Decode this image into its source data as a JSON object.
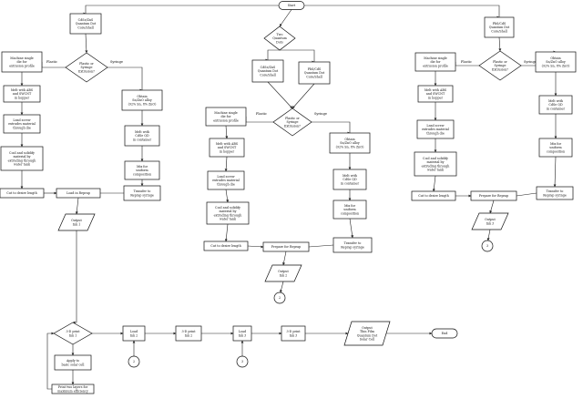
{
  "nodes": [
    {
      "id": "start",
      "shape": "terminal",
      "lines": [
        "Start"
      ]
    },
    {
      "id": "L_cds",
      "shape": "rect",
      "lines": [
        "CdSe/ZnS",
        "Quantum Dot",
        "Core/Shell"
      ]
    },
    {
      "id": "L_dec",
      "shape": "diamond",
      "lines": [
        "Plastic or",
        "Syringe",
        "Extrusion?"
      ]
    },
    {
      "id": "L_p1",
      "shape": "rect",
      "lines": [
        "Machine single",
        "die for",
        "extrusion profile"
      ]
    },
    {
      "id": "L_p2",
      "shape": "rect",
      "lines": [
        "Melt with ABS",
        "and SWCNT",
        "in hopper"
      ]
    },
    {
      "id": "L_p3",
      "shape": "rect",
      "lines": [
        "Lead screw",
        "extrudes material",
        "through die"
      ]
    },
    {
      "id": "L_p4",
      "shape": "rect",
      "lines": [
        "Cool and solidify",
        "material by",
        "extruding through",
        "water tank"
      ]
    },
    {
      "id": "L_p5",
      "shape": "rect",
      "lines": [
        "Cut to desire length"
      ]
    },
    {
      "id": "L_s1",
      "shape": "rect",
      "lines": [
        "Obtain",
        "Sn/ZnO alloy",
        "(92% Sn, 8% ZnO)"
      ]
    },
    {
      "id": "L_s2",
      "shape": "rect",
      "lines": [
        "Melt with",
        "CdSe QD",
        "in container"
      ]
    },
    {
      "id": "L_s3",
      "shape": "rect",
      "lines": [
        "Mix for",
        "uniform",
        "composition"
      ]
    },
    {
      "id": "L_s4",
      "shape": "rect",
      "lines": [
        "Transfer to",
        "Reprap syringe"
      ]
    },
    {
      "id": "L_load",
      "shape": "rect",
      "lines": [
        "Load in Reprap"
      ]
    },
    {
      "id": "L_out",
      "shape": "para",
      "lines": [
        "Output",
        "Ink 1"
      ]
    },
    {
      "id": "M_two",
      "shape": "diamond",
      "lines": [
        "Two",
        "Quantum",
        "Dots"
      ]
    },
    {
      "id": "M_cds",
      "shape": "rect",
      "lines": [
        "CdSe/ZnS",
        "Quantum Dot",
        "Core/Shell"
      ]
    },
    {
      "id": "M_pbs",
      "shape": "rect",
      "lines": [
        "PbS/CdS",
        "Quantum Dot",
        "Core/Shell"
      ]
    },
    {
      "id": "M_dec",
      "shape": "diamond",
      "lines": [
        "Plastic or",
        "Syringe",
        "Extrusion?"
      ]
    },
    {
      "id": "M_p1",
      "shape": "rect",
      "lines": [
        "Machine single",
        "die for",
        "extrusion profile"
      ]
    },
    {
      "id": "M_p2",
      "shape": "rect",
      "lines": [
        "Melt with ABS",
        "and SWCNT",
        "in hopper"
      ]
    },
    {
      "id": "M_p3",
      "shape": "rect",
      "lines": [
        "Lead screw",
        "extrudes material",
        "through die"
      ]
    },
    {
      "id": "M_p4",
      "shape": "rect",
      "lines": [
        "Cool and solidify",
        "material by",
        "extruding through",
        "water tank"
      ]
    },
    {
      "id": "M_p5",
      "shape": "rect",
      "lines": [
        "Cut to desire length"
      ]
    },
    {
      "id": "M_s1",
      "shape": "rect",
      "lines": [
        "Obtain",
        "Sn/ZnO alloy",
        "(92% Sn, 8% ZnO)"
      ]
    },
    {
      "id": "M_s2",
      "shape": "rect",
      "lines": [
        "Melt with",
        "CdSe QD",
        "in container"
      ]
    },
    {
      "id": "M_s3",
      "shape": "rect",
      "lines": [
        "Mix for",
        "uniform",
        "composition"
      ]
    },
    {
      "id": "M_s4",
      "shape": "rect",
      "lines": [
        "Transfer to",
        "Reprap syringe"
      ]
    },
    {
      "id": "M_prep",
      "shape": "rect",
      "lines": [
        "Prepare for Reprap"
      ]
    },
    {
      "id": "M_out",
      "shape": "para",
      "lines": [
        "Output",
        "Ink 2"
      ]
    },
    {
      "id": "M_c2",
      "shape": "circle",
      "lines": [
        "2"
      ]
    },
    {
      "id": "R_pbs",
      "shape": "rect",
      "lines": [
        "PbS/CdS",
        "Quantum Dot",
        "Core/Shell"
      ]
    },
    {
      "id": "R_dec",
      "shape": "diamond",
      "lines": [
        "Plastic or",
        "Syringe",
        "Extrusion?"
      ]
    },
    {
      "id": "R_p1",
      "shape": "rect",
      "lines": [
        "Machine single",
        "die for",
        "extrusion profile"
      ]
    },
    {
      "id": "R_p2",
      "shape": "rect",
      "lines": [
        "Melt with ABS",
        "and SWCNT",
        "in hopper"
      ]
    },
    {
      "id": "R_p3",
      "shape": "rect",
      "lines": [
        "Lead screw",
        "extrudes material",
        "through die"
      ]
    },
    {
      "id": "R_p4",
      "shape": "rect",
      "lines": [
        "Cool and solidify",
        "material by",
        "extruding through",
        "water tank"
      ]
    },
    {
      "id": "R_p5",
      "shape": "rect",
      "lines": [
        "Cut to desire length"
      ]
    },
    {
      "id": "R_s1",
      "shape": "rect",
      "lines": [
        "Obtain",
        "Sn/ZnO alloy",
        "(92% Sn, 8% ZnO)"
      ]
    },
    {
      "id": "R_s2",
      "shape": "rect",
      "lines": [
        "Melt with",
        "CdSe QD",
        "in container"
      ]
    },
    {
      "id": "R_s3",
      "shape": "rect",
      "lines": [
        "Mix for",
        "uniform",
        "composition"
      ]
    },
    {
      "id": "R_s4",
      "shape": "rect",
      "lines": [
        "Transfer to",
        "Reprap syringe"
      ]
    },
    {
      "id": "R_prep",
      "shape": "rect",
      "lines": [
        "Prepare for Reprap"
      ]
    },
    {
      "id": "R_out",
      "shape": "para",
      "lines": [
        "Output",
        "Ink 3"
      ]
    },
    {
      "id": "R_c3",
      "shape": "circle",
      "lines": [
        "3"
      ]
    },
    {
      "id": "B_p1",
      "shape": "diamond",
      "lines": [
        "3-D print",
        "Ink 1"
      ]
    },
    {
      "id": "B_apply",
      "shape": "rect",
      "lines": [
        "Apply to",
        "basic solar cell"
      ]
    },
    {
      "id": "B_two",
      "shape": "rect",
      "lines": [
        "Print two layers for",
        "maximum efficiency"
      ]
    },
    {
      "id": "B_l2",
      "shape": "rect",
      "lines": [
        "Load",
        "Ink 2"
      ]
    },
    {
      "id": "B_c2",
      "shape": "circle",
      "lines": [
        "2"
      ]
    },
    {
      "id": "B_p2",
      "shape": "rect",
      "lines": [
        "3-D print",
        "Ink 2"
      ]
    },
    {
      "id": "B_l3",
      "shape": "rect",
      "lines": [
        "Load",
        "Ink 3"
      ]
    },
    {
      "id": "B_c3",
      "shape": "circle",
      "lines": [
        "3"
      ]
    },
    {
      "id": "B_p3",
      "shape": "rect",
      "lines": [
        "3-D print",
        "Ink 3"
      ]
    },
    {
      "id": "B_out",
      "shape": "para",
      "lines": [
        "Output",
        "Thin Film",
        "Quantum Dot",
        "Solar Cell"
      ]
    },
    {
      "id": "end",
      "shape": "terminal",
      "lines": [
        "End"
      ]
    }
  ],
  "edges": [
    {
      "from": "start",
      "to": "L_cds",
      "label": ""
    },
    {
      "from": "start",
      "to": "M_two",
      "label": ""
    },
    {
      "from": "start",
      "to": "R_pbs",
      "label": ""
    },
    {
      "from": "L_cds",
      "to": "L_dec",
      "label": ""
    },
    {
      "from": "L_dec",
      "to": "L_p1",
      "label": "Plastic"
    },
    {
      "from": "L_dec",
      "to": "L_s1",
      "label": "Syringe"
    },
    {
      "from": "L_p1",
      "to": "L_p2",
      "label": ""
    },
    {
      "from": "L_p2",
      "to": "L_p3",
      "label": ""
    },
    {
      "from": "L_p3",
      "to": "L_p4",
      "label": ""
    },
    {
      "from": "L_p4",
      "to": "L_p5",
      "label": ""
    },
    {
      "from": "L_p5",
      "to": "L_load",
      "label": ""
    },
    {
      "from": "L_s1",
      "to": "L_s2",
      "label": ""
    },
    {
      "from": "L_s2",
      "to": "L_s3",
      "label": ""
    },
    {
      "from": "L_s3",
      "to": "L_s4",
      "label": ""
    },
    {
      "from": "L_s4",
      "to": "L_load",
      "label": ""
    },
    {
      "from": "L_load",
      "to": "L_out",
      "label": ""
    },
    {
      "from": "L_out",
      "to": "B_p1",
      "label": ""
    },
    {
      "from": "M_two",
      "to": "M_cds",
      "label": ""
    },
    {
      "from": "M_two",
      "to": "M_pbs",
      "label": ""
    },
    {
      "from": "M_cds",
      "to": "M_dec",
      "label": ""
    },
    {
      "from": "M_pbs",
      "to": "M_dec",
      "label": ""
    },
    {
      "from": "M_dec",
      "to": "M_p1",
      "label": "Plastic"
    },
    {
      "from": "M_dec",
      "to": "M_s1",
      "label": "Syringe"
    },
    {
      "from": "M_p1",
      "to": "M_p2",
      "label": ""
    },
    {
      "from": "M_p2",
      "to": "M_p3",
      "label": ""
    },
    {
      "from": "M_p3",
      "to": "M_p4",
      "label": ""
    },
    {
      "from": "M_p4",
      "to": "M_p5",
      "label": ""
    },
    {
      "from": "M_p5",
      "to": "M_prep",
      "label": ""
    },
    {
      "from": "M_s1",
      "to": "M_s2",
      "label": ""
    },
    {
      "from": "M_s2",
      "to": "M_s3",
      "label": ""
    },
    {
      "from": "M_s3",
      "to": "M_s4",
      "label": ""
    },
    {
      "from": "M_s4",
      "to": "M_prep",
      "label": ""
    },
    {
      "from": "M_prep",
      "to": "M_out",
      "label": ""
    },
    {
      "from": "M_out",
      "to": "M_c2",
      "label": ""
    },
    {
      "from": "R_pbs",
      "to": "R_dec",
      "label": ""
    },
    {
      "from": "R_dec",
      "to": "R_p1",
      "label": "Plastic"
    },
    {
      "from": "R_dec",
      "to": "R_s1",
      "label": "Syringe"
    },
    {
      "from": "R_p1",
      "to": "R_p2",
      "label": ""
    },
    {
      "from": "R_p2",
      "to": "R_p3",
      "label": ""
    },
    {
      "from": "R_p3",
      "to": "R_p4",
      "label": ""
    },
    {
      "from": "R_p4",
      "to": "R_p5",
      "label": ""
    },
    {
      "from": "R_p5",
      "to": "R_prep",
      "label": ""
    },
    {
      "from": "R_s1",
      "to": "R_s2",
      "label": ""
    },
    {
      "from": "R_s2",
      "to": "R_s3",
      "label": ""
    },
    {
      "from": "R_s3",
      "to": "R_s4",
      "label": ""
    },
    {
      "from": "R_s4",
      "to": "R_prep",
      "label": ""
    },
    {
      "from": "R_prep",
      "to": "R_out",
      "label": ""
    },
    {
      "from": "R_out",
      "to": "R_c3",
      "label": ""
    },
    {
      "from": "B_p1",
      "to": "B_l2",
      "label": ""
    },
    {
      "from": "B_p1",
      "to": "B_apply",
      "label": ""
    },
    {
      "from": "B_apply",
      "to": "B_two",
      "label": ""
    },
    {
      "from": "B_two",
      "to": "B_p1",
      "label": ""
    },
    {
      "from": "B_c2",
      "to": "B_l2",
      "label": ""
    },
    {
      "from": "B_l2",
      "to": "B_p2",
      "label": ""
    },
    {
      "from": "B_p2",
      "to": "B_l3",
      "label": ""
    },
    {
      "from": "B_c3",
      "to": "B_l3",
      "label": ""
    },
    {
      "from": "B_l3",
      "to": "B_p3",
      "label": ""
    },
    {
      "from": "B_p3",
      "to": "B_out",
      "label": ""
    },
    {
      "from": "B_out",
      "to": "end",
      "label": ""
    }
  ]
}
